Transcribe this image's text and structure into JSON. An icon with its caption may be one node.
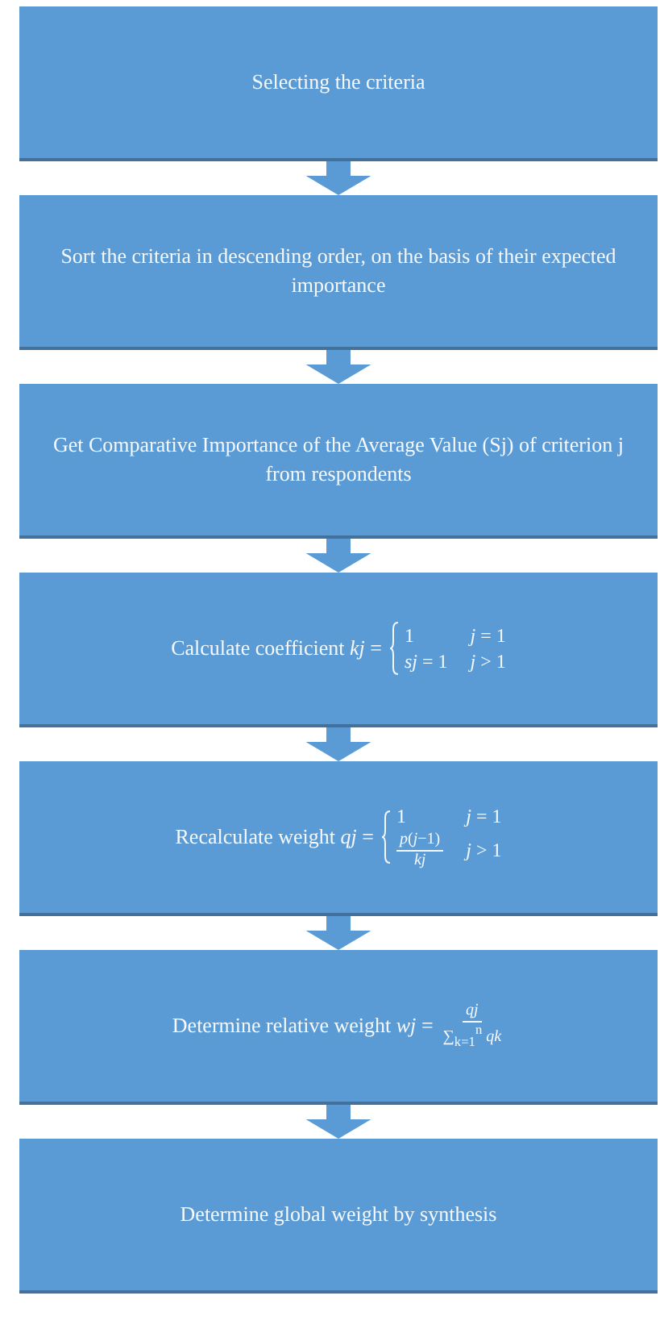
{
  "diagram": {
    "nodes": [
      {
        "text": [
          "Selecting the criteria"
        ]
      },
      {
        "text": [
          "Sort the criteria in descending order, on the basis of their expected importance"
        ]
      },
      {
        "text": [
          "Get Comparative Importance of the Average Value (Sj) of criterion j from respondents"
        ]
      },
      {
        "text": [
          "Calculate coefficient *kj* =",
          "1",
          "*j* = 1",
          "*sj* = 1",
          "*j* > 1"
        ]
      },
      {
        "text": [
          "Recalculate weight *qj* =",
          "1",
          "*j* = 1",
          "*p*(*j*−1)",
          "*kj*",
          "*j* > 1"
        ]
      },
      {
        "text": [
          "Determine relative weight *wj* =",
          "*qj*",
          "∑$_{k=1}$$^{n}$ *qk*"
        ]
      },
      {
        "text": [
          "Determine global weight by synthesis"
        ]
      }
    ],
    "edges": [
      {
        "from": 0,
        "to": 1,
        "arrow": "to"
      },
      {
        "from": 1,
        "to": 2,
        "arrow": "to"
      },
      {
        "from": 2,
        "to": 3,
        "arrow": "to"
      },
      {
        "from": 3,
        "to": 4,
        "arrow": "to"
      },
      {
        "from": 4,
        "to": 5,
        "arrow": "to"
      },
      {
        "from": 5,
        "to": 6,
        "arrow": "to"
      }
    ]
  }
}
